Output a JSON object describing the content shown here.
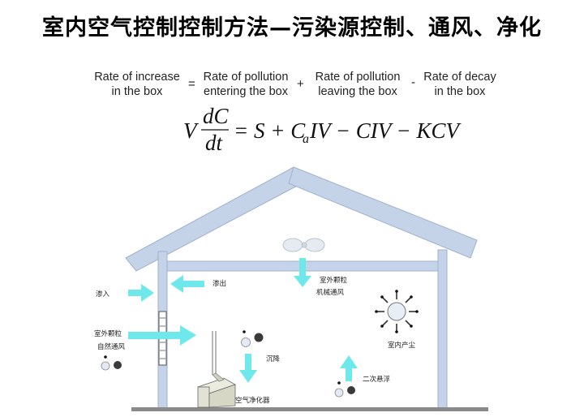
{
  "title": "室内空气控制控制方法—污染源控制、通风、净化",
  "equation": {
    "term1": [
      "Rate of increase",
      "in the box"
    ],
    "op1": "=",
    "term2": [
      "Rate of pollution",
      "entering the box"
    ],
    "op2": "+",
    "term3": [
      "Rate of pollution",
      "leaving the box"
    ],
    "op3": "-",
    "term4": [
      "Rate of decay",
      "in the box"
    ]
  },
  "formula": {
    "lhs_var": "V",
    "numerator": "dC",
    "denominator": "dt",
    "rhs": "= S + C",
    "subscript": "a",
    "rhs_rest": "IV − CIV − KCV"
  },
  "labels": {
    "infiltration": "渗入",
    "exfiltration": "渗出",
    "outdoor_particles_mech": "室外颗粒",
    "mechanical_ventilation": "机械通风",
    "outdoor_particles_nat": "室外颗粒",
    "natural_ventilation": "自然通风",
    "settling": "沉降",
    "indoor_generation": "室内产尘",
    "resuspension": "二次悬浮",
    "air_purifier": "空气净化器"
  },
  "colors": {
    "structure": "#c5d3e8",
    "structure_edge": "#9fb1cc",
    "arrow": "#6fe8ec",
    "floor": "#8a8a8a",
    "particle_light": "#d8e2ee",
    "particle_dark": "#333333"
  }
}
